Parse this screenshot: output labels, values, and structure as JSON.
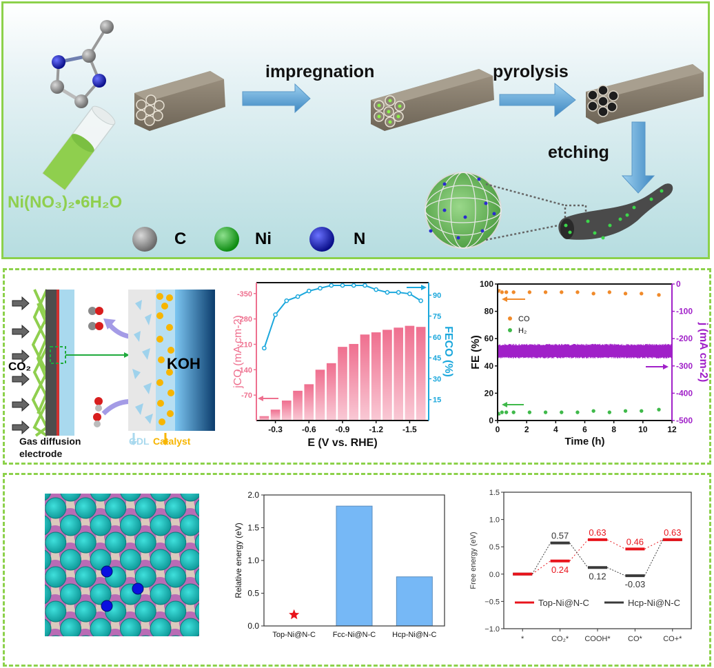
{
  "top": {
    "precursor_label": "Ni(NO₃)₂•6H₂O",
    "steps": [
      "impregnation",
      "pyrolysis",
      "etching"
    ],
    "atom_legend": [
      {
        "symbol": "C",
        "color": "#8a8a8a"
      },
      {
        "symbol": "Ni",
        "color": "#1ea31e"
      },
      {
        "symbol": "N",
        "color": "#1a1fb5"
      }
    ]
  },
  "gde": {
    "co2_label": "CO₂",
    "electrolyte_label": "KOH",
    "gde_label_line1": "Gas diffusion",
    "gde_label_line2": "electrode",
    "gdl_label": "GDL",
    "catalyst_label": "Catalyst",
    "colors": {
      "gdl": "#a9d9ee",
      "catalyst": "#f7b500",
      "fiber": "#8fcf4e"
    }
  },
  "chart_data": [
    {
      "id": "jco-fe-vs-potential",
      "type": "bar",
      "title": "",
      "xlabel": "E (V vs. RHE)",
      "ylabel": "jCO (mA cm-2)",
      "ylabel2": "FECO (%)",
      "x": [
        -0.2,
        -0.3,
        -0.4,
        -0.5,
        -0.6,
        -0.7,
        -0.8,
        -0.9,
        -1.0,
        -1.1,
        -1.2,
        -1.3,
        -1.4,
        -1.5,
        -1.6
      ],
      "xticks": [
        "-0.3",
        "-0.6",
        "-0.9",
        "-1.2",
        "-1.5"
      ],
      "xtick_values": [
        -0.3,
        -0.6,
        -0.9,
        -1.2,
        -1.5
      ],
      "xlim": [
        -0.13,
        -1.67
      ],
      "series": [
        {
          "name": "jCO",
          "kind": "bar",
          "axis": "left",
          "color": "#ee6f8e",
          "values": [
            -12,
            -30,
            -55,
            -82,
            -100,
            -140,
            -158,
            -203,
            -211,
            -237,
            -243,
            -250,
            -256,
            -261,
            -258
          ]
        },
        {
          "name": "FECO",
          "kind": "line",
          "axis": "right",
          "color": "#1aa7dc",
          "values": [
            52,
            76,
            86,
            89,
            93,
            95,
            97,
            97,
            97,
            97,
            94,
            92,
            92,
            91,
            86
          ]
        }
      ],
      "yticks_left": [
        "-350",
        "-280",
        "-210",
        "-140",
        "-70"
      ],
      "ytick_values_left": [
        -350,
        -280,
        -210,
        -140,
        -70
      ],
      "ylim_left": [
        0,
        -380
      ],
      "yticks_right": [
        "90",
        "75",
        "60",
        "45",
        "30",
        "15"
      ],
      "ytick_values_right": [
        90,
        75,
        60,
        45,
        30,
        15
      ],
      "ylim_right": [
        0,
        99
      ],
      "left_axis_color": "#ee6f8e",
      "right_axis_color": "#1aa7dc"
    },
    {
      "id": "stability",
      "type": "scatter",
      "xlabel": "Time (h)",
      "ylabel": "FE (%)",
      "ylabel2": "j (mA cm-2)",
      "xlim": [
        0,
        12
      ],
      "xticks": [
        "0",
        "2",
        "4",
        "6",
        "8",
        "10",
        "12"
      ],
      "xtick_values": [
        0,
        2,
        4,
        6,
        8,
        10,
        12
      ],
      "ylim": [
        0,
        100
      ],
      "yticks": [
        "0",
        "20",
        "40",
        "60",
        "80",
        "100"
      ],
      "ytick_values": [
        0,
        20,
        40,
        60,
        80,
        100
      ],
      "ylim_right": [
        -500,
        0
      ],
      "yticks_right": [
        "0",
        "-100",
        "-200",
        "-300",
        "-400",
        "-500"
      ],
      "ytick_values_right": [
        0,
        -100,
        -200,
        -300,
        -400,
        -500
      ],
      "legend": [
        {
          "name": "CO",
          "color": "#f08a2a"
        },
        {
          "name": "H₂",
          "color": "#3fb94a"
        }
      ],
      "legend_position": "upper-left",
      "series": [
        {
          "name": "CO",
          "color": "#f08a2a",
          "x": [
            0.1,
            0.3,
            0.6,
            1.1,
            2.2,
            3.3,
            4.4,
            5.5,
            6.6,
            7.7,
            8.8,
            9.9,
            11.1
          ],
          "y": [
            95,
            94,
            94,
            94,
            94,
            94,
            94,
            94,
            93,
            94,
            93,
            93,
            92
          ]
        },
        {
          "name": "H2",
          "color": "#3fb94a",
          "x": [
            0.1,
            0.3,
            0.6,
            1.1,
            2.2,
            3.3,
            4.4,
            5.5,
            6.6,
            7.7,
            8.8,
            9.9,
            11.1
          ],
          "y": [
            5,
            6,
            6,
            6,
            6,
            6,
            6,
            6,
            7,
            6,
            7,
            7,
            8
          ]
        },
        {
          "name": "j",
          "color": "#a020c8",
          "kind": "noisy-band",
          "axis": "right",
          "mean": -248,
          "band": [
            -270,
            -222
          ]
        }
      ]
    },
    {
      "id": "relative-energy",
      "type": "bar",
      "ylabel": "Relative energy (eV)",
      "categories": [
        "Top-Ni@N-C",
        "Fcc-Ni@N-C",
        "Hcp-Ni@N-C"
      ],
      "values": [
        0,
        1.83,
        0.75
      ],
      "marker": {
        "category": "Top-Ni@N-C",
        "symbol": "star",
        "value": 0.17,
        "color": "#e8141c"
      },
      "ylim": [
        0,
        2.0
      ],
      "yticks": [
        "0.0",
        "0.5",
        "1.0",
        "1.5",
        "2.0"
      ],
      "ytick_values": [
        0,
        0.5,
        1.0,
        1.5,
        2.0
      ],
      "bar_color": "#76b8f6"
    },
    {
      "id": "free-energy",
      "type": "line",
      "ylabel": "Free energy (eV)",
      "categories": [
        "*",
        "CO₂*",
        "COOH*",
        "CO*",
        "CO+*"
      ],
      "ylim": [
        -1.0,
        1.5
      ],
      "yticks": [
        "1.5",
        "1.0",
        "0.5",
        "0.0",
        "−0.5",
        "−1.0"
      ],
      "ytick_values": [
        1.5,
        1.0,
        0.5,
        0.0,
        -0.5,
        -1.0
      ],
      "series": [
        {
          "name": "Top-Ni@N-C",
          "color": "#e8141c",
          "values": [
            0,
            0.24,
            0.63,
            0.46,
            0.63
          ],
          "labels": [
            "",
            "0.24",
            "0.63",
            "0.46",
            "0.63"
          ]
        },
        {
          "name": "Hcp-Ni@N-C",
          "color": "#3a3a3a",
          "values": [
            0,
            0.57,
            0.12,
            -0.03,
            0.63
          ],
          "labels": [
            "",
            "0.57",
            "0.12",
            "-0.03",
            ""
          ]
        }
      ],
      "legend_position": "lower-center"
    }
  ]
}
